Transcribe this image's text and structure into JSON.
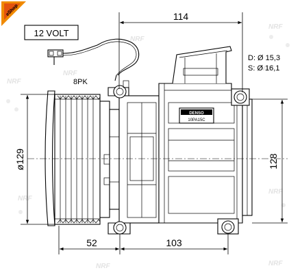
{
  "voltage_label": "12 VOLT",
  "belt_label": "8PK",
  "logo_text": "eShop",
  "discharge_label": "D: Ø 15,3",
  "suction_label": "S: Ø 16,1",
  "nameplate": {
    "brand": "DENSO",
    "model": "10PA15C"
  },
  "dimensions": {
    "overall_length": "114",
    "pulley_diameter": "ø129",
    "height": "128",
    "pulley_offset": "52",
    "mount_spacing": "103"
  },
  "watermark_text": "NRF",
  "colors": {
    "logo_orange": "#f08a00",
    "logo_red": "#d9261c",
    "watermark": "#e3e3e3"
  }
}
